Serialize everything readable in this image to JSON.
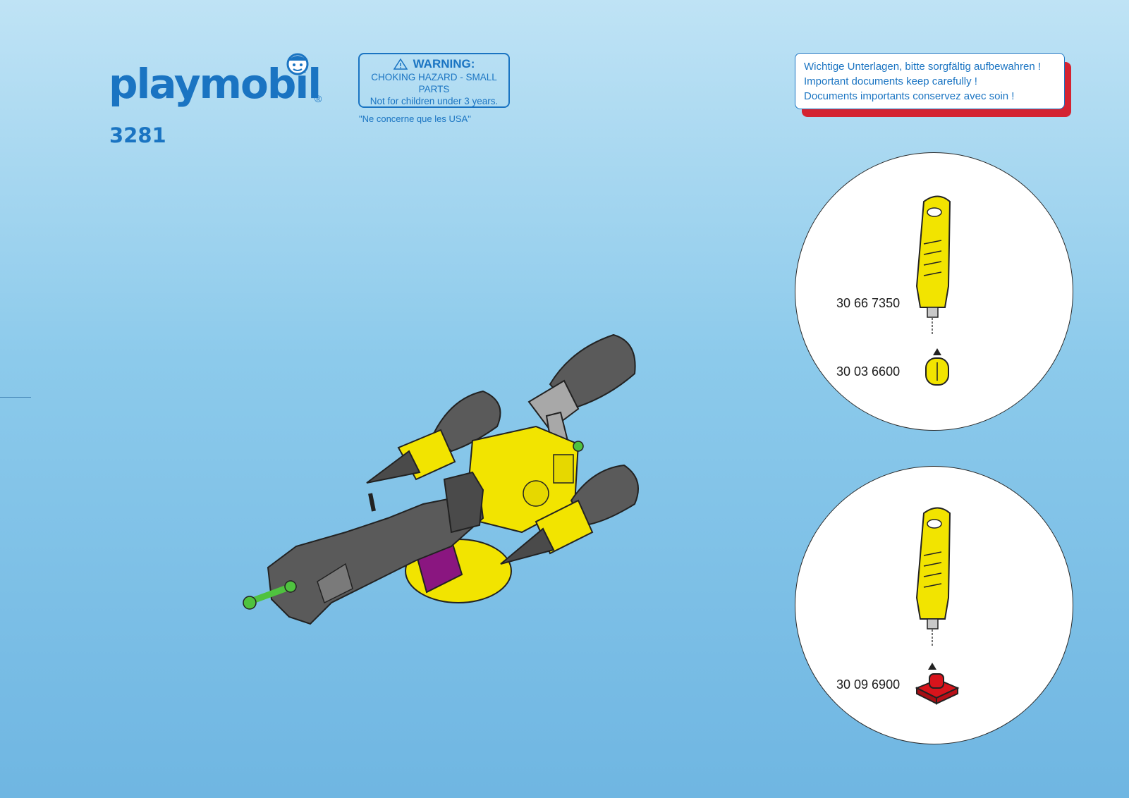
{
  "header": {
    "brand": "playmobil",
    "registered_mark": "®",
    "model_number": "3281"
  },
  "warning": {
    "title": "WARNING:",
    "lines": [
      "CHOKING HAZARD - SMALL PARTS",
      "Not for children under 3 years."
    ],
    "note": "\"Ne concerne que les USA\""
  },
  "documents_notice": {
    "lines": [
      "Wichtige Unterlagen, bitte sorgfältig aufbewahren !",
      "Important documents keep carefully !",
      "Documents importants conservez avec soin !"
    ]
  },
  "detail_top": {
    "parts": [
      "30 66 7350",
      "30 03 6600"
    ]
  },
  "detail_bottom": {
    "parts": [
      "30 09 6900"
    ]
  },
  "colors": {
    "brand_blue": "#1a74c2",
    "notice_red": "#d42331",
    "part_yellow": "#f2e400",
    "part_red": "#d8141c",
    "vehicle_gray": "#5a5a5a"
  }
}
